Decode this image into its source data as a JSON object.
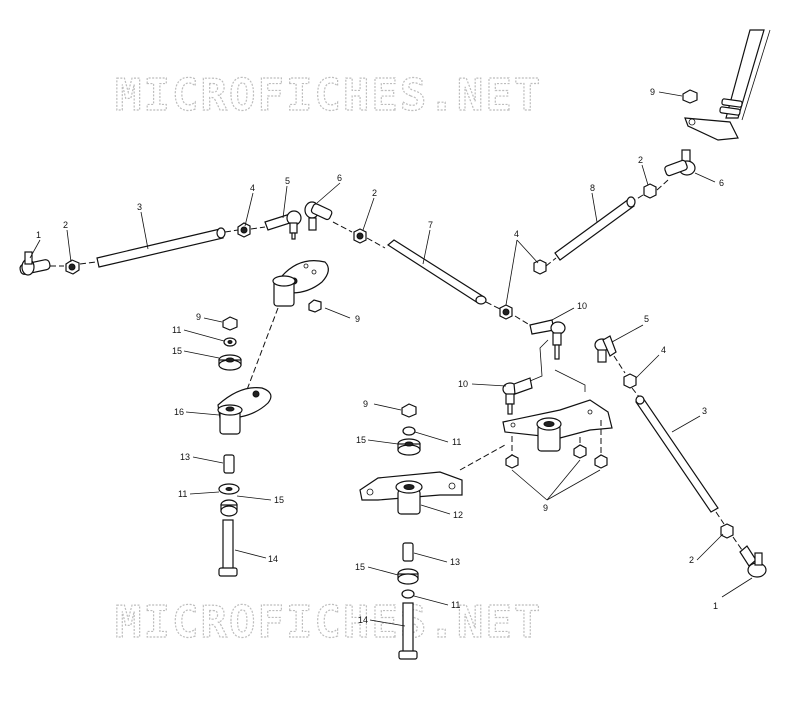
{
  "watermark": {
    "text": "MICROFICHES.NET"
  },
  "labels": [
    {
      "id": "l1a",
      "text": "1"
    },
    {
      "id": "l2a",
      "text": "2"
    },
    {
      "id": "l3a",
      "text": "3"
    },
    {
      "id": "l4a",
      "text": "4"
    },
    {
      "id": "l5a",
      "text": "5"
    },
    {
      "id": "l6a",
      "text": "6"
    },
    {
      "id": "l2b",
      "text": "2"
    },
    {
      "id": "l7",
      "text": "7"
    },
    {
      "id": "l9a",
      "text": "9"
    },
    {
      "id": "l9b",
      "text": "9"
    },
    {
      "id": "l11a",
      "text": "11"
    },
    {
      "id": "l15a",
      "text": "15"
    },
    {
      "id": "l16",
      "text": "16"
    },
    {
      "id": "l13a",
      "text": "13"
    },
    {
      "id": "l11b",
      "text": "11"
    },
    {
      "id": "l15b",
      "text": "15"
    },
    {
      "id": "l14a",
      "text": "14"
    },
    {
      "id": "l9c",
      "text": "9"
    },
    {
      "id": "l15c",
      "text": "15"
    },
    {
      "id": "l11c",
      "text": "11"
    },
    {
      "id": "l12",
      "text": "12"
    },
    {
      "id": "l13b",
      "text": "13"
    },
    {
      "id": "l15d",
      "text": "15"
    },
    {
      "id": "l11d",
      "text": "11"
    },
    {
      "id": "l14b",
      "text": "14"
    },
    {
      "id": "l9d",
      "text": "9"
    },
    {
      "id": "l2c",
      "text": "2"
    },
    {
      "id": "l6b",
      "text": "6"
    },
    {
      "id": "l8",
      "text": "8"
    },
    {
      "id": "l4b",
      "text": "4"
    },
    {
      "id": "l10a",
      "text": "10"
    },
    {
      "id": "l10b",
      "text": "10"
    },
    {
      "id": "l5b",
      "text": "5"
    },
    {
      "id": "l4c",
      "text": "4"
    },
    {
      "id": "l3b",
      "text": "3"
    },
    {
      "id": "l9e",
      "text": "9"
    },
    {
      "id": "l2d",
      "text": "2"
    },
    {
      "id": "l1b",
      "text": "1"
    }
  ]
}
